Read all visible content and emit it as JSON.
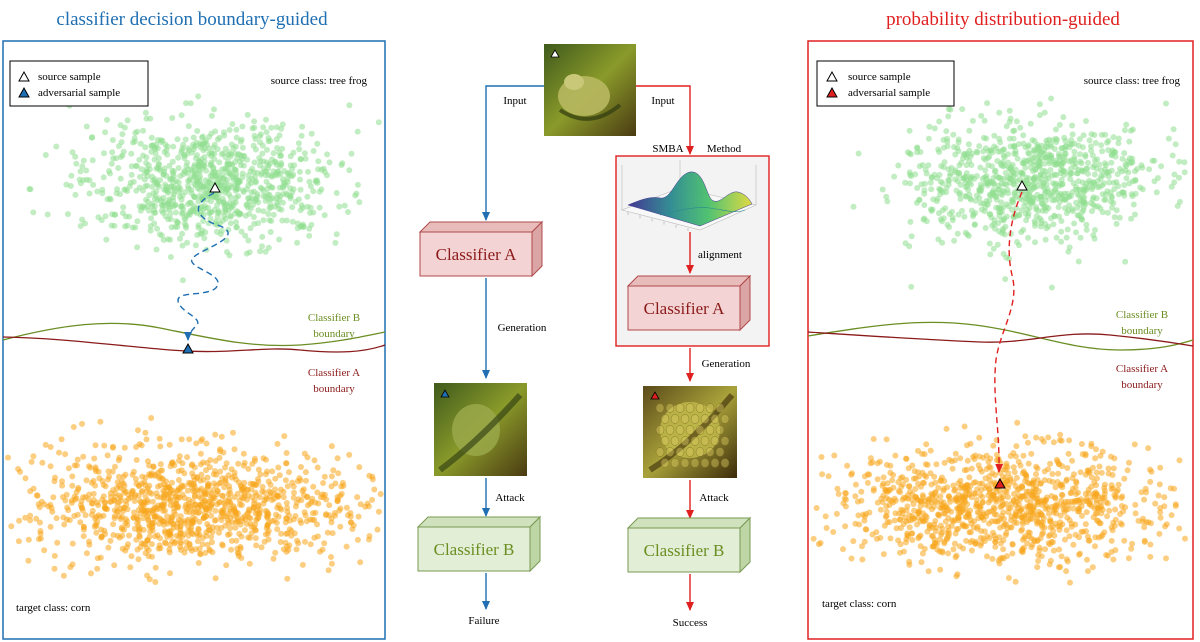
{
  "left_panel": {
    "title": "classifier decision boundary-guided",
    "legend": {
      "source": "source sample",
      "adversarial": "adversarial sample"
    },
    "source_class": "source class: tree frog",
    "target_class": "target class: corn",
    "boundary_b": [
      "Classifier B",
      "boundary"
    ],
    "boundary_a": [
      "Classifier A",
      "boundary"
    ]
  },
  "right_panel": {
    "title": "probability distribution-guided",
    "legend": {
      "source": "source sample",
      "adversarial": "adversarial sample"
    },
    "source_class": "source class: tree frog",
    "target_class": "target class: corn",
    "boundary_b": [
      "Classifier B",
      "boundary"
    ],
    "boundary_a": [
      "Classifier A",
      "boundary"
    ]
  },
  "center": {
    "input_left": "Input",
    "input_right": "Input",
    "smba": "SMBA",
    "method": "Method",
    "alignment": "alignment",
    "generation_left": "Generation",
    "generation_right": "Generation",
    "attack_left": "Attack",
    "attack_right": "Attack",
    "failure": "Failure",
    "success": "Success",
    "classifier_a_left": "Classifier A",
    "classifier_a_right": "Classifier A",
    "classifier_b_left": "Classifier B",
    "classifier_b_right": "Classifier B"
  },
  "colors": {
    "blue": "#1f6fb2",
    "red": "#e02020",
    "source_cluster": "#8fdf8f",
    "target_cluster": "#f7a51c",
    "boundary_a": "#8b1a1a",
    "boundary_b": "#6b8e23",
    "classifier_a_fill": "#f3d3d3",
    "classifier_b_fill": "#e2efd6"
  }
}
